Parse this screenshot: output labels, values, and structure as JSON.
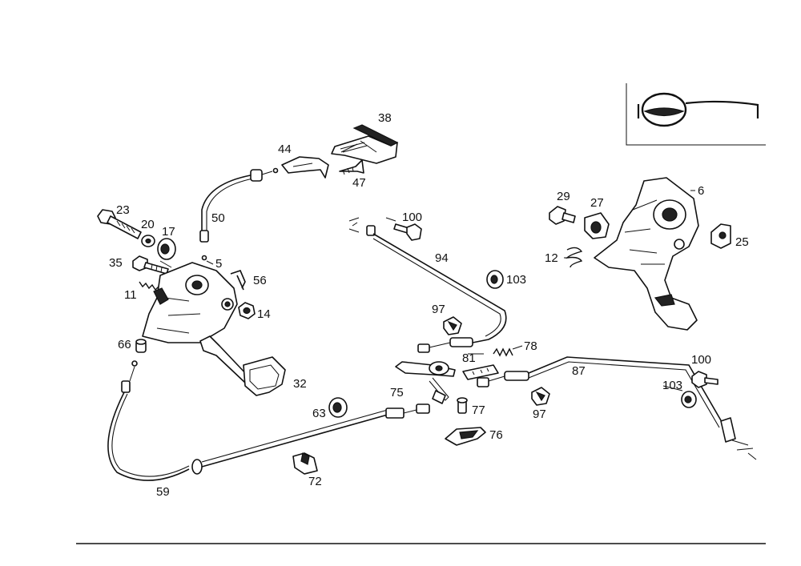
{
  "callouts": [
    {
      "id": "c38",
      "text": "38"
    },
    {
      "id": "c44",
      "text": "44"
    },
    {
      "id": "c47",
      "text": "47"
    },
    {
      "id": "c50",
      "text": "50"
    },
    {
      "id": "c23",
      "text": "23"
    },
    {
      "id": "c20",
      "text": "20"
    },
    {
      "id": "c17",
      "text": "17"
    },
    {
      "id": "c35",
      "text": "35"
    },
    {
      "id": "c5",
      "text": "5"
    },
    {
      "id": "c56",
      "text": "56"
    },
    {
      "id": "c11",
      "text": "11"
    },
    {
      "id": "c14",
      "text": "14"
    },
    {
      "id": "c66",
      "text": "66"
    },
    {
      "id": "c32",
      "text": "32"
    },
    {
      "id": "c63",
      "text": "63"
    },
    {
      "id": "c59",
      "text": "59"
    },
    {
      "id": "c72",
      "text": "72"
    },
    {
      "id": "c100a",
      "text": "100"
    },
    {
      "id": "c94",
      "text": "94"
    },
    {
      "id": "c103a",
      "text": "103"
    },
    {
      "id": "c97a",
      "text": "97"
    },
    {
      "id": "c81",
      "text": "81"
    },
    {
      "id": "c78",
      "text": "78"
    },
    {
      "id": "c75",
      "text": "75"
    },
    {
      "id": "c77",
      "text": "77"
    },
    {
      "id": "c76",
      "text": "76"
    },
    {
      "id": "c87",
      "text": "87"
    },
    {
      "id": "c97b",
      "text": "97"
    },
    {
      "id": "c100b",
      "text": "100"
    },
    {
      "id": "c103b",
      "text": "103"
    },
    {
      "id": "c29",
      "text": "29"
    },
    {
      "id": "c27",
      "text": "27"
    },
    {
      "id": "c6",
      "text": "6"
    },
    {
      "id": "c12",
      "text": "12"
    },
    {
      "id": "c25",
      "text": "25"
    }
  ]
}
